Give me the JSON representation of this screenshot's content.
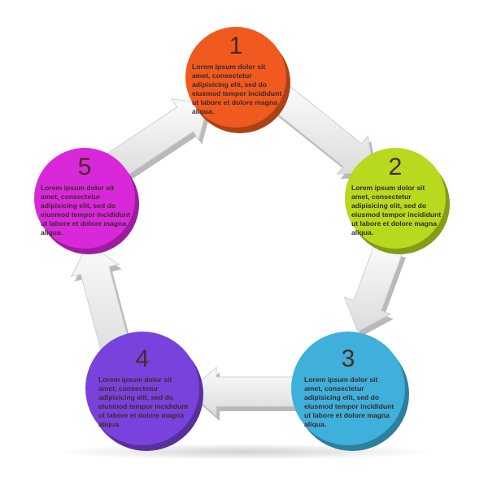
{
  "steps": [
    {
      "number": "1",
      "text": "Lorem ipsum dolor sit amet, consectetur adipisicing elit, sed do eiusmod tempor incididunt ut labore et dolore magna aliqua.",
      "color": "#f05a1f"
    },
    {
      "number": "2",
      "text": "Lorem ipsum dolor sit amet, consectetur adipisicing elit, sed do eiusmod tempor incididunt ut labore et dolore magna aliqua.",
      "color": "#b7d91e"
    },
    {
      "number": "3",
      "text": "Lorem ipsum dolor sit amet, consectetur adipisicing elit, sed do eiusmod tempor incididunt ut labore et dolore magna aliqua.",
      "color": "#3fb0dc"
    },
    {
      "number": "4",
      "text": "Lorem ipsum dolor sit amet, consectetur adipisicing elit, sed do eiusmod tempor incididunt ut labore et dolore magna aliqua.",
      "color": "#7a42dc"
    },
    {
      "number": "5",
      "text": "Lorem ipsum dolor sit amet, consectetur adipisicing elit, sed do eiusmod tempor incididunt ut labore et dolore magna aliqua.",
      "color": "#d928da"
    }
  ]
}
